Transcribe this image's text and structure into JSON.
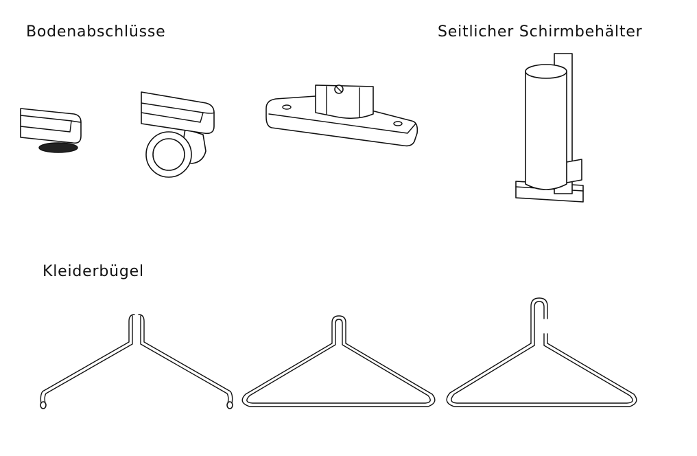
{
  "headings": {
    "floor_ends": "Bodenabschlüsse",
    "umbrella_holder": "Seitlicher Schirmbehälter",
    "hangers": "Kleiderbügel"
  }
}
